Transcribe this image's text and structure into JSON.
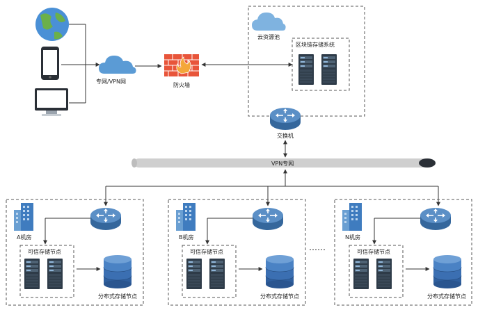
{
  "labels": {
    "vpn_cloud": "专网/VPN网",
    "firewall": "防火墙",
    "cloud_pool": "云资源池",
    "blockchain_system": "区块链存储系统",
    "switch": "交换机",
    "vpn_net": "VPN专网",
    "ellipsis": "……"
  },
  "rooms": [
    {
      "name": "A机房",
      "trusted": "可信存储节点",
      "distributed": "分布式存储节点"
    },
    {
      "name": "B机房",
      "trusted": "可信存储节点",
      "distributed": "分布式存储节点"
    },
    {
      "name": "N机房",
      "trusted": "可信存储节点",
      "distributed": "分布式存储节点"
    }
  ],
  "colors": {
    "cloud": "#5b9bd5",
    "router": "#4a7fb8",
    "firewall": "#e8553a",
    "server": "#2e3b48",
    "db": "#3d6fb5",
    "building": "#3f7cbf",
    "line": "#333333",
    "dash": "#555555",
    "pipe": "#cfcfcf"
  },
  "icons": [
    "globe-icon",
    "phone-icon",
    "monitor-icon",
    "cloud-icon",
    "firewall-icon",
    "router-icon",
    "server-icon",
    "database-icon",
    "building-icon"
  ]
}
